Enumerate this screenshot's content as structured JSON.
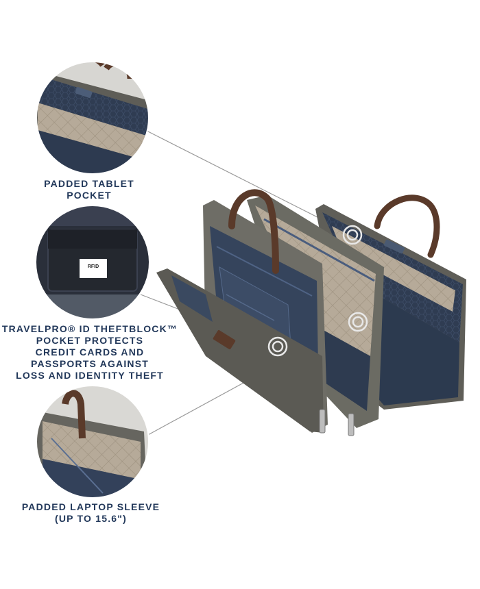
{
  "colors": {
    "caption_text": "#22385a",
    "bag_fabric": "#6b6b63",
    "bag_lining": "#34435a",
    "leather_handle": "#5a3a2a",
    "quilted_padding": "#b8ac9c",
    "callout_line": "#9a9a9a"
  },
  "callouts": [
    {
      "id": "tablet",
      "lines": [
        "PADDED TABLET",
        "POCKET"
      ]
    },
    {
      "id": "theftblock",
      "lines": [
        "TRAVELPRO® ID THEFTBLOCK™",
        "POCKET PROTECTS",
        "CREDIT CARDS AND",
        "PASSPORTS AGAINST",
        "LOSS AND IDENTITY THEFT"
      ]
    },
    {
      "id": "laptop",
      "lines": [
        "PADDED LAPTOP SLEEVE",
        "(UP TO 15.6\")"
      ]
    }
  ],
  "rfid_patch": {
    "brand_text": "RFID"
  }
}
